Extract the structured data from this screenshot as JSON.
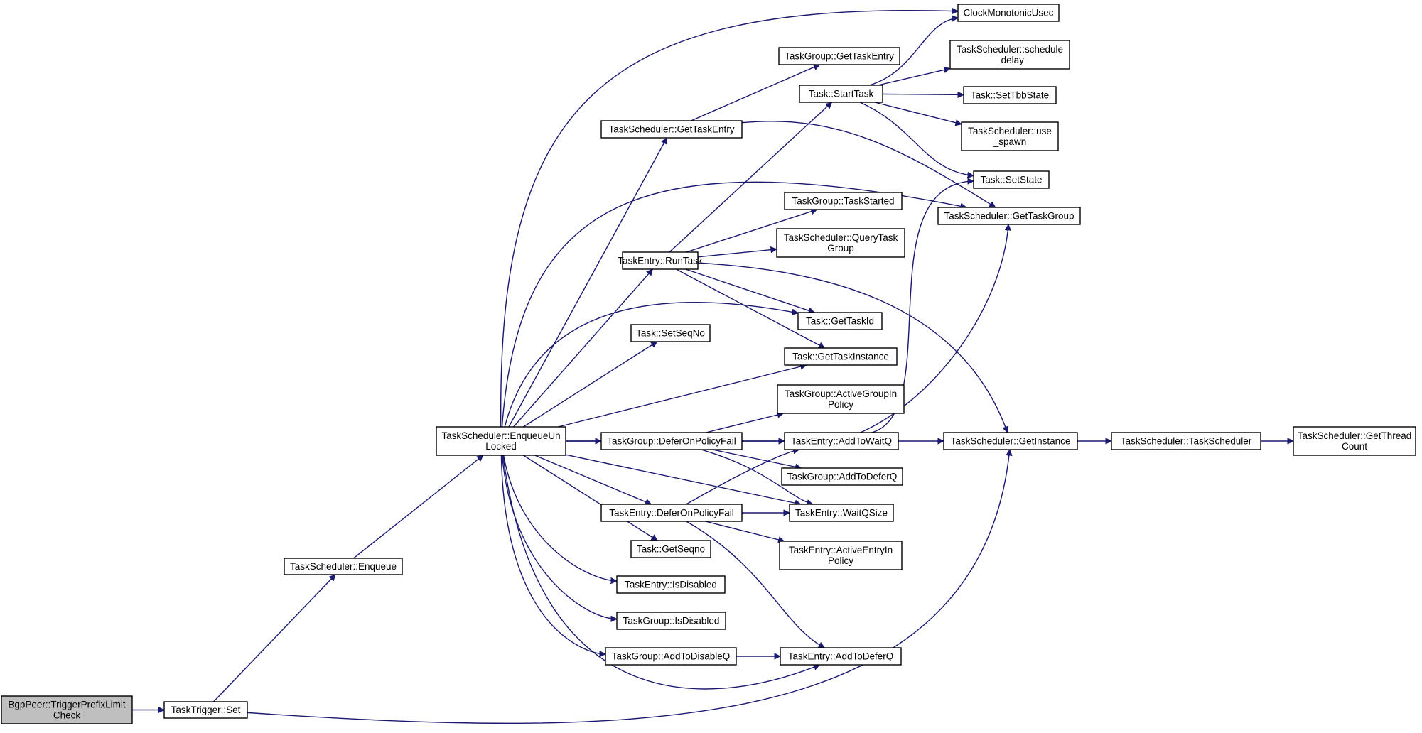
{
  "nodes": [
    {
      "id": "root",
      "lines": [
        "BgpPeer::TriggerPrefixLimit",
        "Check"
      ],
      "root": true
    },
    {
      "id": "tt_set",
      "lines": [
        "TaskTrigger::Set"
      ]
    },
    {
      "id": "ts_enqueue",
      "lines": [
        "TaskScheduler::Enqueue"
      ]
    },
    {
      "id": "ts_enqueue_unlocked",
      "lines": [
        "TaskScheduler::EnqueueUn",
        "Locked"
      ]
    },
    {
      "id": "clock",
      "lines": [
        "ClockMonotonicUsec"
      ]
    },
    {
      "id": "tg_gettaskentry",
      "lines": [
        "TaskGroup::GetTaskEntry"
      ]
    },
    {
      "id": "ts_gettaskentry",
      "lines": [
        "TaskScheduler::GetTaskEntry"
      ]
    },
    {
      "id": "task_starttask",
      "lines": [
        "Task::StartTask"
      ]
    },
    {
      "id": "ts_schedule_delay",
      "lines": [
        "TaskScheduler::schedule",
        "_delay"
      ]
    },
    {
      "id": "task_settbbstate",
      "lines": [
        "Task::SetTbbState"
      ]
    },
    {
      "id": "ts_use_spawn",
      "lines": [
        "TaskScheduler::use",
        "_spawn"
      ]
    },
    {
      "id": "task_setstate",
      "lines": [
        "Task::SetState"
      ]
    },
    {
      "id": "ts_gettaskgroup",
      "lines": [
        "TaskScheduler::GetTaskGroup"
      ]
    },
    {
      "id": "tg_taskstarted",
      "lines": [
        "TaskGroup::TaskStarted"
      ]
    },
    {
      "id": "ts_querytaskgroup",
      "lines": [
        "TaskScheduler::QueryTask",
        "Group"
      ]
    },
    {
      "id": "te_runtask",
      "lines": [
        "TaskEntry::RunTask"
      ]
    },
    {
      "id": "task_gettaskid",
      "lines": [
        "Task::GetTaskId"
      ]
    },
    {
      "id": "task_setseqno",
      "lines": [
        "Task::SetSeqNo"
      ]
    },
    {
      "id": "task_gettaskinstance",
      "lines": [
        "Task::GetTaskInstance"
      ]
    },
    {
      "id": "tg_activegroupinpolicy",
      "lines": [
        "TaskGroup::ActiveGroupIn",
        "Policy"
      ]
    },
    {
      "id": "tg_deferonpolicyfail",
      "lines": [
        "TaskGroup::DeferOnPolicyFail"
      ]
    },
    {
      "id": "te_addtowaitq",
      "lines": [
        "TaskEntry::AddToWaitQ"
      ]
    },
    {
      "id": "ts_getinstance",
      "lines": [
        "TaskScheduler::GetInstance"
      ]
    },
    {
      "id": "ts_taskscheduler",
      "lines": [
        "TaskScheduler::TaskScheduler"
      ]
    },
    {
      "id": "ts_getthreadcount",
      "lines": [
        "TaskScheduler::GetThread",
        "Count"
      ]
    },
    {
      "id": "tg_addtodeferq",
      "lines": [
        "TaskGroup::AddToDeferQ"
      ]
    },
    {
      "id": "te_deferonpolicyfail",
      "lines": [
        "TaskEntry::DeferOnPolicyFail"
      ]
    },
    {
      "id": "te_waitqsize",
      "lines": [
        "TaskEntry::WaitQSize"
      ]
    },
    {
      "id": "te_activeentryinpolicy",
      "lines": [
        "TaskEntry::ActiveEntryIn",
        "Policy"
      ]
    },
    {
      "id": "task_getseqno",
      "lines": [
        "Task::GetSeqno"
      ]
    },
    {
      "id": "te_isdisabled",
      "lines": [
        "TaskEntry::IsDisabled"
      ]
    },
    {
      "id": "tg_isdisabled",
      "lines": [
        "TaskGroup::IsDisabled"
      ]
    },
    {
      "id": "tg_addtodisableq",
      "lines": [
        "TaskGroup::AddToDisableQ"
      ]
    },
    {
      "id": "te_addtodeferq",
      "lines": [
        "TaskEntry::AddToDeferQ"
      ]
    }
  ],
  "edges": [
    {
      "from": "root",
      "to": "tt_set"
    },
    {
      "from": "tt_set",
      "to": "ts_enqueue"
    },
    {
      "from": "tt_set",
      "to": "ts_getinstance"
    },
    {
      "from": "ts_enqueue",
      "to": "ts_enqueue_unlocked"
    },
    {
      "from": "ts_enqueue_unlocked",
      "to": "clock"
    },
    {
      "from": "ts_enqueue_unlocked",
      "to": "ts_gettaskentry"
    },
    {
      "from": "ts_enqueue_unlocked",
      "to": "ts_gettaskgroup"
    },
    {
      "from": "ts_enqueue_unlocked",
      "to": "te_runtask"
    },
    {
      "from": "ts_enqueue_unlocked",
      "to": "task_gettaskid"
    },
    {
      "from": "ts_enqueue_unlocked",
      "to": "task_setseqno"
    },
    {
      "from": "ts_enqueue_unlocked",
      "to": "task_gettaskinstance"
    },
    {
      "from": "ts_enqueue_unlocked",
      "to": "te_addtowaitq"
    },
    {
      "from": "ts_enqueue_unlocked",
      "to": "tg_deferonpolicyfail"
    },
    {
      "from": "ts_enqueue_unlocked",
      "to": "te_waitqsize"
    },
    {
      "from": "ts_enqueue_unlocked",
      "to": "te_deferonpolicyfail"
    },
    {
      "from": "ts_enqueue_unlocked",
      "to": "task_getseqno"
    },
    {
      "from": "ts_enqueue_unlocked",
      "to": "te_isdisabled"
    },
    {
      "from": "ts_enqueue_unlocked",
      "to": "tg_isdisabled"
    },
    {
      "from": "ts_enqueue_unlocked",
      "to": "tg_addtodisableq"
    },
    {
      "from": "ts_enqueue_unlocked",
      "to": "te_addtodeferq"
    },
    {
      "from": "ts_gettaskentry",
      "to": "tg_gettaskentry"
    },
    {
      "from": "ts_gettaskentry",
      "to": "ts_gettaskgroup"
    },
    {
      "from": "task_starttask",
      "to": "clock"
    },
    {
      "from": "task_starttask",
      "to": "ts_schedule_delay"
    },
    {
      "from": "task_starttask",
      "to": "task_settbbstate"
    },
    {
      "from": "task_starttask",
      "to": "ts_use_spawn"
    },
    {
      "from": "task_starttask",
      "to": "task_setstate"
    },
    {
      "from": "te_runtask",
      "to": "task_starttask"
    },
    {
      "from": "te_runtask",
      "to": "tg_taskstarted"
    },
    {
      "from": "te_runtask",
      "to": "ts_querytaskgroup"
    },
    {
      "from": "te_runtask",
      "to": "task_gettaskid"
    },
    {
      "from": "te_runtask",
      "to": "task_gettaskinstance"
    },
    {
      "from": "te_runtask",
      "to": "ts_getinstance"
    },
    {
      "from": "tg_deferonpolicyfail",
      "to": "tg_activegroupinpolicy"
    },
    {
      "from": "tg_deferonpolicyfail",
      "to": "te_addtowaitq"
    },
    {
      "from": "tg_deferonpolicyfail",
      "to": "tg_addtodeferq"
    },
    {
      "from": "tg_deferonpolicyfail",
      "to": "te_waitqsize"
    },
    {
      "from": "te_deferonpolicyfail",
      "to": "te_addtowaitq"
    },
    {
      "from": "te_deferonpolicyfail",
      "to": "te_waitqsize"
    },
    {
      "from": "te_deferonpolicyfail",
      "to": "te_activeentryinpolicy"
    },
    {
      "from": "te_deferonpolicyfail",
      "to": "te_addtodeferq"
    },
    {
      "from": "te_addtowaitq",
      "to": "task_setstate"
    },
    {
      "from": "te_addtowaitq",
      "to": "ts_gettaskgroup"
    },
    {
      "from": "te_addtowaitq",
      "to": "ts_getinstance"
    },
    {
      "from": "ts_getinstance",
      "to": "ts_taskscheduler"
    },
    {
      "from": "ts_taskscheduler",
      "to": "ts_getthreadcount"
    },
    {
      "from": "tg_addtodisableq",
      "to": "te_addtodeferq"
    }
  ]
}
